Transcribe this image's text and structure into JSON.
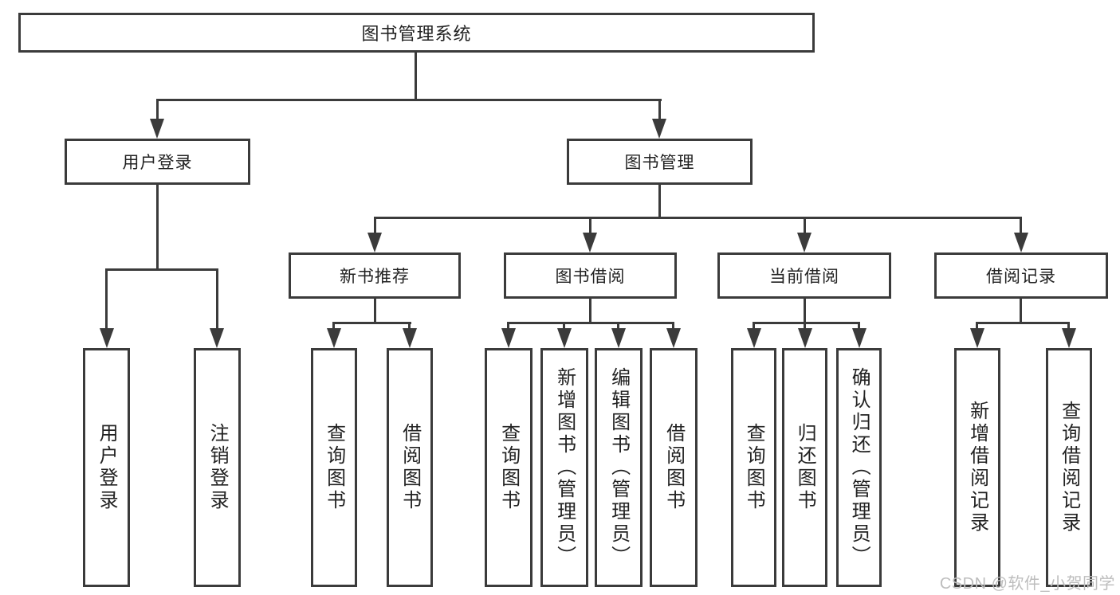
{
  "tree": {
    "label": "图书管理系统",
    "children": [
      {
        "label": "用户登录",
        "children": [
          {
            "label": "用户登录"
          },
          {
            "label": "注销登录"
          }
        ]
      },
      {
        "label": "图书管理",
        "children": [
          {
            "label": "新书推荐",
            "children": [
              {
                "label": "查询图书"
              },
              {
                "label": "借阅图书"
              }
            ]
          },
          {
            "label": "图书借阅",
            "children": [
              {
                "label": "查询图书"
              },
              {
                "label": "新增图书（管理员）"
              },
              {
                "label": "编辑图书（管理员）"
              },
              {
                "label": "借阅图书"
              }
            ]
          },
          {
            "label": "当前借阅",
            "children": [
              {
                "label": "查询图书"
              },
              {
                "label": "归还图书"
              },
              {
                "label": "确认归还（管理员）"
              }
            ]
          },
          {
            "label": "借阅记录",
            "children": [
              {
                "label": "新增借阅记录"
              },
              {
                "label": "查询借阅记录"
              }
            ]
          }
        ]
      }
    ]
  },
  "watermark": {
    "text": "CSDN @软件_小贺同学"
  },
  "colors": {
    "line": "#3b3b3b",
    "text": "#222222",
    "watermark": "#bdbdbd",
    "background": "#ffffff"
  }
}
